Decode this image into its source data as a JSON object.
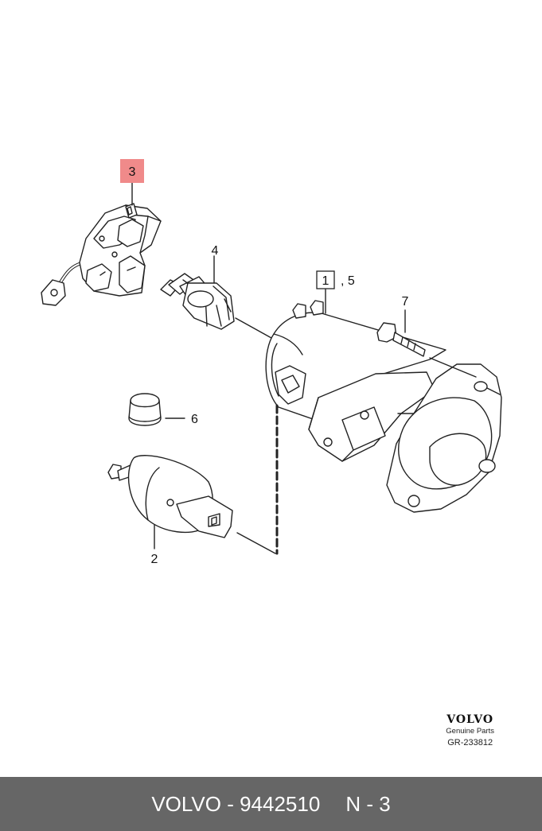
{
  "callouts": {
    "brush_holder": "3",
    "pinion": "4",
    "starter_box": "1",
    "starter_suffix": ", 5",
    "bolt": "7",
    "cap": "6",
    "solenoid": "2"
  },
  "highlight_color": "#f08a8a",
  "brand": {
    "name": "VOLVO",
    "subtitle": "Genuine Parts",
    "code": "GR-233812"
  },
  "footer": {
    "part_text": "VOLVO - 9442510",
    "position_text": "N - 3",
    "background": "#666666"
  }
}
